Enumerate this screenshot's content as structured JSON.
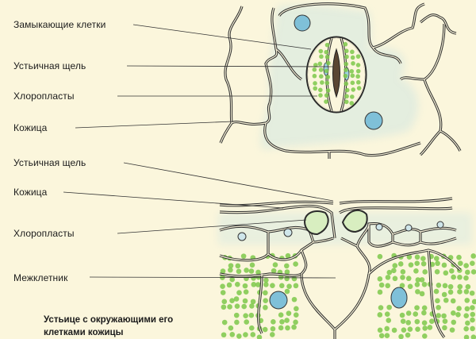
{
  "labels": {
    "guard_cells": "Замыкающие клетки",
    "stomatal_pore_top": "Устьичная щель",
    "chloroplasts_top": "Хлоропласты",
    "epidermis_top": "Кожица",
    "stomatal_pore_bottom": "Устьичная щель",
    "epidermis_bottom": "Кожица",
    "chloroplasts_bottom": "Хлоропласты",
    "intercellular_space": "Межклетник"
  },
  "caption": {
    "line1": "Устьице с окружающими его",
    "line2": "клетками кожицы"
  },
  "colors": {
    "background": "#fbf6dc",
    "chloroplast": "#7cc84a",
    "cytoplasm_tint": "#bfe0e4",
    "nucleus": "#7fc0d8"
  }
}
